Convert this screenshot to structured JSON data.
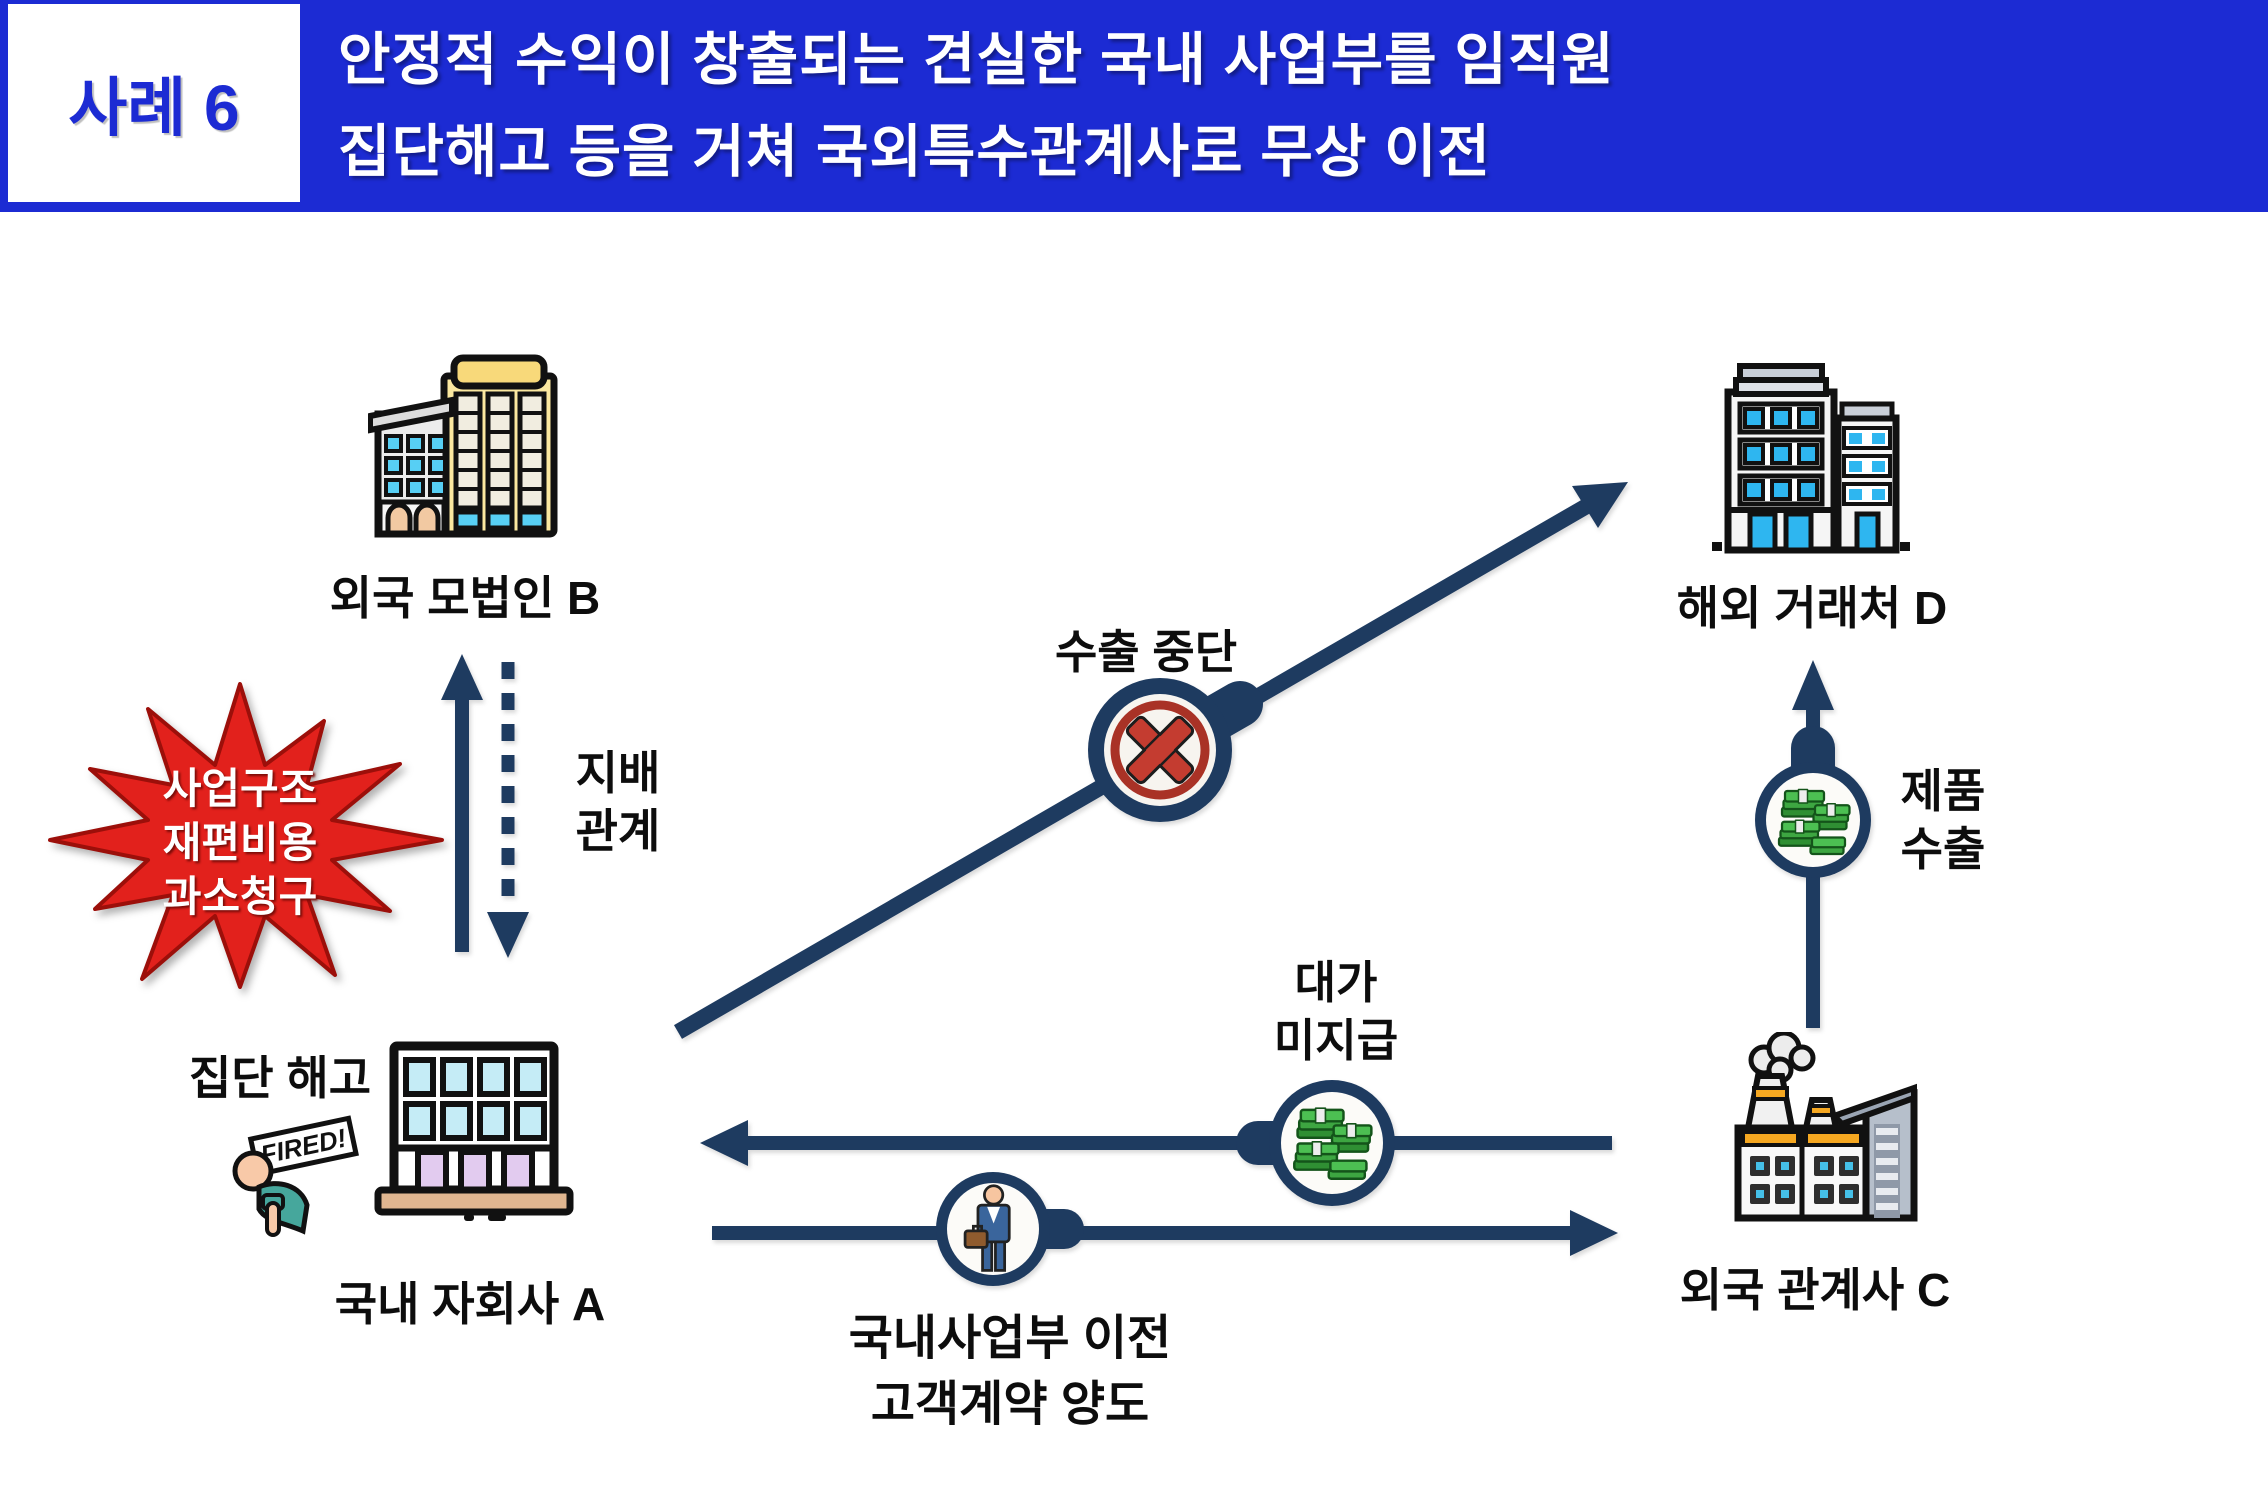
{
  "header": {
    "case_label": "사례 6",
    "title_line1": "안정적 수익이 창출되는 견실한 국내 사업부를 임직원",
    "title_line2": "집단해고 등을 거쳐 국외특수관계사로 무상 이전"
  },
  "entities": {
    "parent_b": {
      "label": "외국 모법인 B"
    },
    "customer_d": {
      "label": "해외 거래처 D"
    },
    "subsidiary_a": {
      "label": "국내 자회사 A"
    },
    "affiliate_c": {
      "label": "외국 관계사 C"
    }
  },
  "annotations": {
    "burst_line1": "사업구조",
    "burst_line2": "재편비용",
    "burst_line3": "과소청구",
    "layoff_label": "집단 해고",
    "fired_sign": "FIRED!",
    "control_line1": "지배",
    "control_line2": "관계",
    "export_halt_label": "수출 중단",
    "no_payment_line1": "대가",
    "no_payment_line2": "미지급",
    "product_export_line1": "제품",
    "product_export_line2": "수출",
    "transfer_line1": "국내사업부 이전",
    "transfer_line2": "고객계약 양도"
  },
  "colors": {
    "header_blue": "#1C2BD3",
    "arrow_navy": "#1E3B60",
    "burst_red": "#E2211C",
    "x_mark_red": "#C43C30",
    "money_green": "#3DA641"
  }
}
